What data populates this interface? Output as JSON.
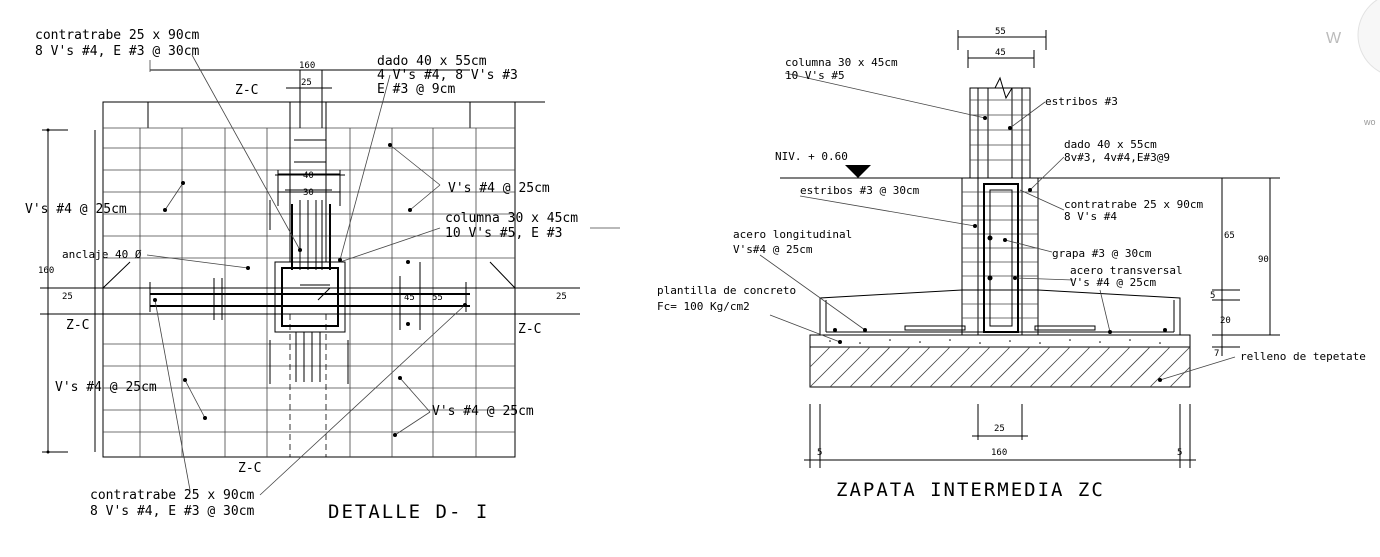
{
  "left_detail": {
    "title": "DETALLE D- I",
    "contratrabe_top_1": "contratrabe 25 x 90cm",
    "contratrabe_top_2": "8 V's #4, E #3 @ 30cm",
    "dado_1": "dado 40 x 55cm",
    "dado_2": "4 V's #4, 8 V's #3",
    "dado_3": "E #3 @ 9cm",
    "dim_160_top": "160",
    "dim_25_top": "25",
    "dim_40": "40",
    "dim_30": "30",
    "zc_top": "Z-C",
    "zc_left": "Z-C",
    "zc_right": "Z-C",
    "zc_bottom": "Z-C",
    "vs_left_top": "V's #4 @ 25cm",
    "vs_right_top": "V's #4 @ 25cm",
    "columna_1": "columna 30 x 45cm",
    "columna_2": "10 V's #5, E #3",
    "anclaje": "anclaje 40 Ø",
    "dim_160_left": "160",
    "dim_25_left": "25",
    "dim_25_right": "25",
    "dim_45": "45",
    "dim_55": "55",
    "vs_left_bottom": "V's #4 @ 25cm",
    "vs_right_bottom": "V's #4 @ 25cm",
    "contratrabe_bot_1": "contratrabe 25 x 90cm",
    "contratrabe_bot_2": "8 V's #4, E #3 @ 30cm"
  },
  "right_detail": {
    "title": "ZAPATA INTERMEDIA ZC",
    "dim_55": "55",
    "dim_45": "45",
    "columna_1": "columna 30 x 45cm",
    "columna_2": "10 V's #5",
    "estribos_top": "estribos #3",
    "nivel": "NIV. + 0.60",
    "dado_1": "dado 40 x 55cm",
    "dado_2": "8v#3, 4v#4,E#3@9",
    "estribos_mid": "estribos #3 @ 30cm",
    "contratrabe_1": "contratrabe 25 x 90cm",
    "contratrabe_2": "8 V's #4",
    "acero_long_1": "acero longitudinal",
    "acero_long_2": "V's#4 @ 25cm",
    "grapa": "grapa #3 @ 30cm",
    "acero_trans_1": "acero transversal",
    "acero_trans_2": "V's #4 @ 25cm",
    "plantilla_1": "plantilla de concreto",
    "plantilla_2": "Fc= 100 Kg/cm2",
    "dim_65": "65",
    "dim_90": "90",
    "dim_5": "5",
    "dim_20": "20",
    "dim_7": "7",
    "relleno": "relleno de tepetate",
    "dim_25_bottom": "25",
    "dim_160_bottom": "160",
    "dim_5_left": "5",
    "dim_5_right": "5"
  },
  "side_widget": {
    "letter": "W",
    "caption": "wo"
  }
}
